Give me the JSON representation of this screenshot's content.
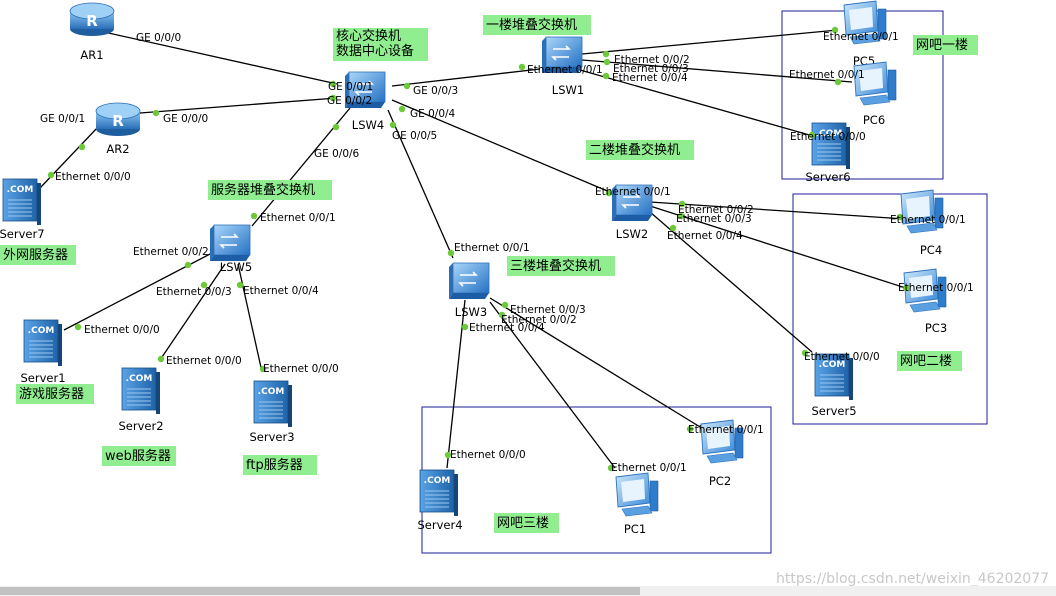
{
  "routers": [
    {
      "id": "AR1",
      "label": "AR1"
    },
    {
      "id": "AR2",
      "label": "AR2"
    }
  ],
  "switches": [
    {
      "id": "LSW4",
      "label": "LSW4"
    },
    {
      "id": "LSW1",
      "label": "LSW1"
    },
    {
      "id": "LSW2",
      "label": "LSW2"
    },
    {
      "id": "LSW3",
      "label": "LSW3"
    },
    {
      "id": "LSW5",
      "label": "LSW5"
    }
  ],
  "servers": [
    {
      "id": "Server7",
      "label": "Server7"
    },
    {
      "id": "Server1",
      "label": "Server1"
    },
    {
      "id": "Server2",
      "label": "Server2"
    },
    {
      "id": "Server3",
      "label": "Server3"
    },
    {
      "id": "Server4",
      "label": "Server4"
    },
    {
      "id": "Server5",
      "label": "Server5"
    },
    {
      "id": "Server6",
      "label": "Server6"
    }
  ],
  "pcs": [
    {
      "id": "PC1",
      "label": "PC1"
    },
    {
      "id": "PC2",
      "label": "PC2"
    },
    {
      "id": "PC3",
      "label": "PC3"
    },
    {
      "id": "PC4",
      "label": "PC4"
    },
    {
      "id": "PC5",
      "label": "PC5"
    },
    {
      "id": "PC6",
      "label": "PC6"
    }
  ],
  "links": [
    {
      "from": "AR1",
      "to": "LSW4",
      "from_port": "GE 0/0/0",
      "to_port": "GE 0/0/1"
    },
    {
      "from": "AR2",
      "to": "LSW4",
      "from_port": "GE 0/0/0",
      "to_port": "GE 0/0/2"
    },
    {
      "from": "AR2",
      "to": "Server7",
      "from_port": "GE 0/0/1",
      "to_port": "Ethernet 0/0/0"
    },
    {
      "from": "LSW4",
      "to": "LSW1",
      "from_port": "GE 0/0/3",
      "to_port": "Ethernet 0/0/1"
    },
    {
      "from": "LSW4",
      "to": "LSW2",
      "from_port": "GE 0/0/4",
      "to_port": "Ethernet 0/0/1"
    },
    {
      "from": "LSW4",
      "to": "LSW3",
      "from_port": "GE 0/0/5",
      "to_port": "Ethernet 0/0/1"
    },
    {
      "from": "LSW4",
      "to": "LSW5",
      "from_port": "GE 0/0/6",
      "to_port": "Ethernet 0/0/1"
    },
    {
      "from": "LSW1",
      "to": "PC5",
      "from_port": "Ethernet 0/0/2",
      "to_port": "Ethernet 0/0/1"
    },
    {
      "from": "LSW1",
      "to": "PC6",
      "from_port": "Ethernet 0/0/3",
      "to_port": "Ethernet 0/0/1"
    },
    {
      "from": "LSW1",
      "to": "Server6",
      "from_port": "Ethernet 0/0/4",
      "to_port": "Ethernet 0/0/0"
    },
    {
      "from": "LSW2",
      "to": "PC4",
      "from_port": "Ethernet 0/0/2",
      "to_port": "Ethernet 0/0/1"
    },
    {
      "from": "LSW2",
      "to": "PC3",
      "from_port": "Ethernet 0/0/3",
      "to_port": "Ethernet 0/0/1"
    },
    {
      "from": "LSW2",
      "to": "Server5",
      "from_port": "Ethernet 0/0/4",
      "to_port": "Ethernet 0/0/0"
    },
    {
      "from": "LSW3",
      "to": "PC2",
      "from_port": "Ethernet 0/0/3",
      "to_port": "Ethernet 0/0/1"
    },
    {
      "from": "LSW3",
      "to": "PC1",
      "from_port": "Ethernet 0/0/2",
      "to_port": "Ethernet 0/0/1"
    },
    {
      "from": "LSW3",
      "to": "Server4",
      "from_port": "Ethernet 0/0/4",
      "to_port": "Ethernet 0/0/0"
    },
    {
      "from": "LSW5",
      "to": "Server1",
      "from_port": "Ethernet 0/0/2",
      "to_port": "Ethernet 0/0/0"
    },
    {
      "from": "LSW5",
      "to": "Server2",
      "from_port": "Ethernet 0/0/3",
      "to_port": "Ethernet 0/0/0"
    },
    {
      "from": "LSW5",
      "to": "Server3",
      "from_port": "Ethernet 0/0/4",
      "to_port": "Ethernet 0/0/0"
    }
  ],
  "notes": [
    {
      "id": "core",
      "lines": [
        "核心交换机",
        "数据中心设备"
      ]
    },
    {
      "id": "floor1",
      "lines": [
        "一楼堆叠交换机"
      ]
    },
    {
      "id": "floor2",
      "lines": [
        "二楼堆叠交换机"
      ]
    },
    {
      "id": "floor3",
      "lines": [
        "三楼堆叠交换机"
      ]
    },
    {
      "id": "server_stack",
      "lines": [
        "服务器堆叠交换机"
      ]
    },
    {
      "id": "external",
      "lines": [
        "外网服务器"
      ]
    },
    {
      "id": "game",
      "lines": [
        "游戏服务器"
      ]
    },
    {
      "id": "web",
      "lines": [
        "web服务器"
      ]
    },
    {
      "id": "ftp",
      "lines": [
        "ftp服务器"
      ]
    },
    {
      "id": "cafe1",
      "lines": [
        "网吧一楼"
      ]
    },
    {
      "id": "cafe2",
      "lines": [
        "网吧二楼"
      ]
    },
    {
      "id": "cafe3",
      "lines": [
        "网吧三楼"
      ]
    }
  ],
  "watermark": "https://blog.csdn.net/weixin_46202077",
  "colors": {
    "note_bg": "#90ee90",
    "link_dot": "#6cc93a",
    "group_border": "#1e1e96",
    "router": "#3a8fd6",
    "switch": "#2f86d9",
    "server": "#2f7fcc",
    "pc": "#3e8fe0"
  }
}
